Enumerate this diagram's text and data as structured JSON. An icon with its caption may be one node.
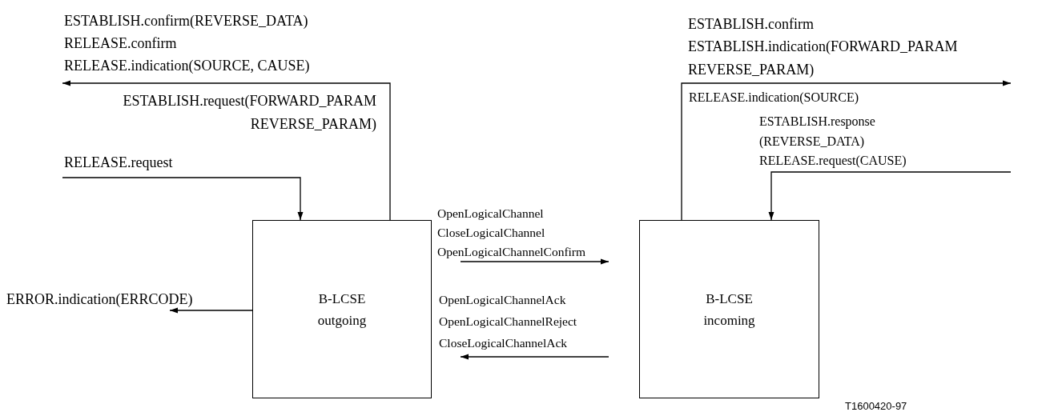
{
  "diagram": {
    "nodes": [
      {
        "text": [
          "B-LCSE outgoing"
        ]
      },
      {
        "text": [
          "B-LCSE incoming"
        ]
      },
      {
        "text": [
          "ESTABLISH.confirm(REVERSE_DATA)",
          "RELEASE.confirm",
          "RELEASE.indication(SOURCE, CAUSE)"
        ]
      },
      {
        "text": [
          "RELEASE.request"
        ]
      },
      {
        "text": [
          "ERROR.indication(ERRCODE)"
        ]
      }
    ],
    "edges": [
      {
        "from": 0,
        "to": 2,
        "arrow": "to"
      },
      {
        "from": 3,
        "to": 0,
        "arrow": "to"
      },
      {
        "from": 0,
        "to": 4,
        "arrow": "to"
      },
      {
        "from": 1,
        "to": null,
        "arrow": "to"
      },
      {
        "from": null,
        "to": 1,
        "arrow": "to"
      },
      {
        "from": 0,
        "to": 1,
        "arrow": "to",
        "label": "OpenLogicalChannel CloseLogicalChannel OpenLogicalChannelConfirm"
      },
      {
        "from": 1,
        "to": 0,
        "arrow": "to",
        "label": "OpenLogicalChannelAck OpenLogicalChannelReject CloseLogicalChannelAck"
      }
    ],
    "labels": [
      "ESTABLISH.request(FORWARD_PARAM REVERSE_PARAM)",
      "ESTABLISH.confirm",
      "ESTABLISH.indication(FORWARD_PARAM REVERSE_PARAM)",
      "RELEASE.indication(SOURCE)",
      "ESTABLISH.response (REVERSE_DATA)",
      "RELEASE.request(CAUSE)",
      "T1600420-97"
    ]
  }
}
